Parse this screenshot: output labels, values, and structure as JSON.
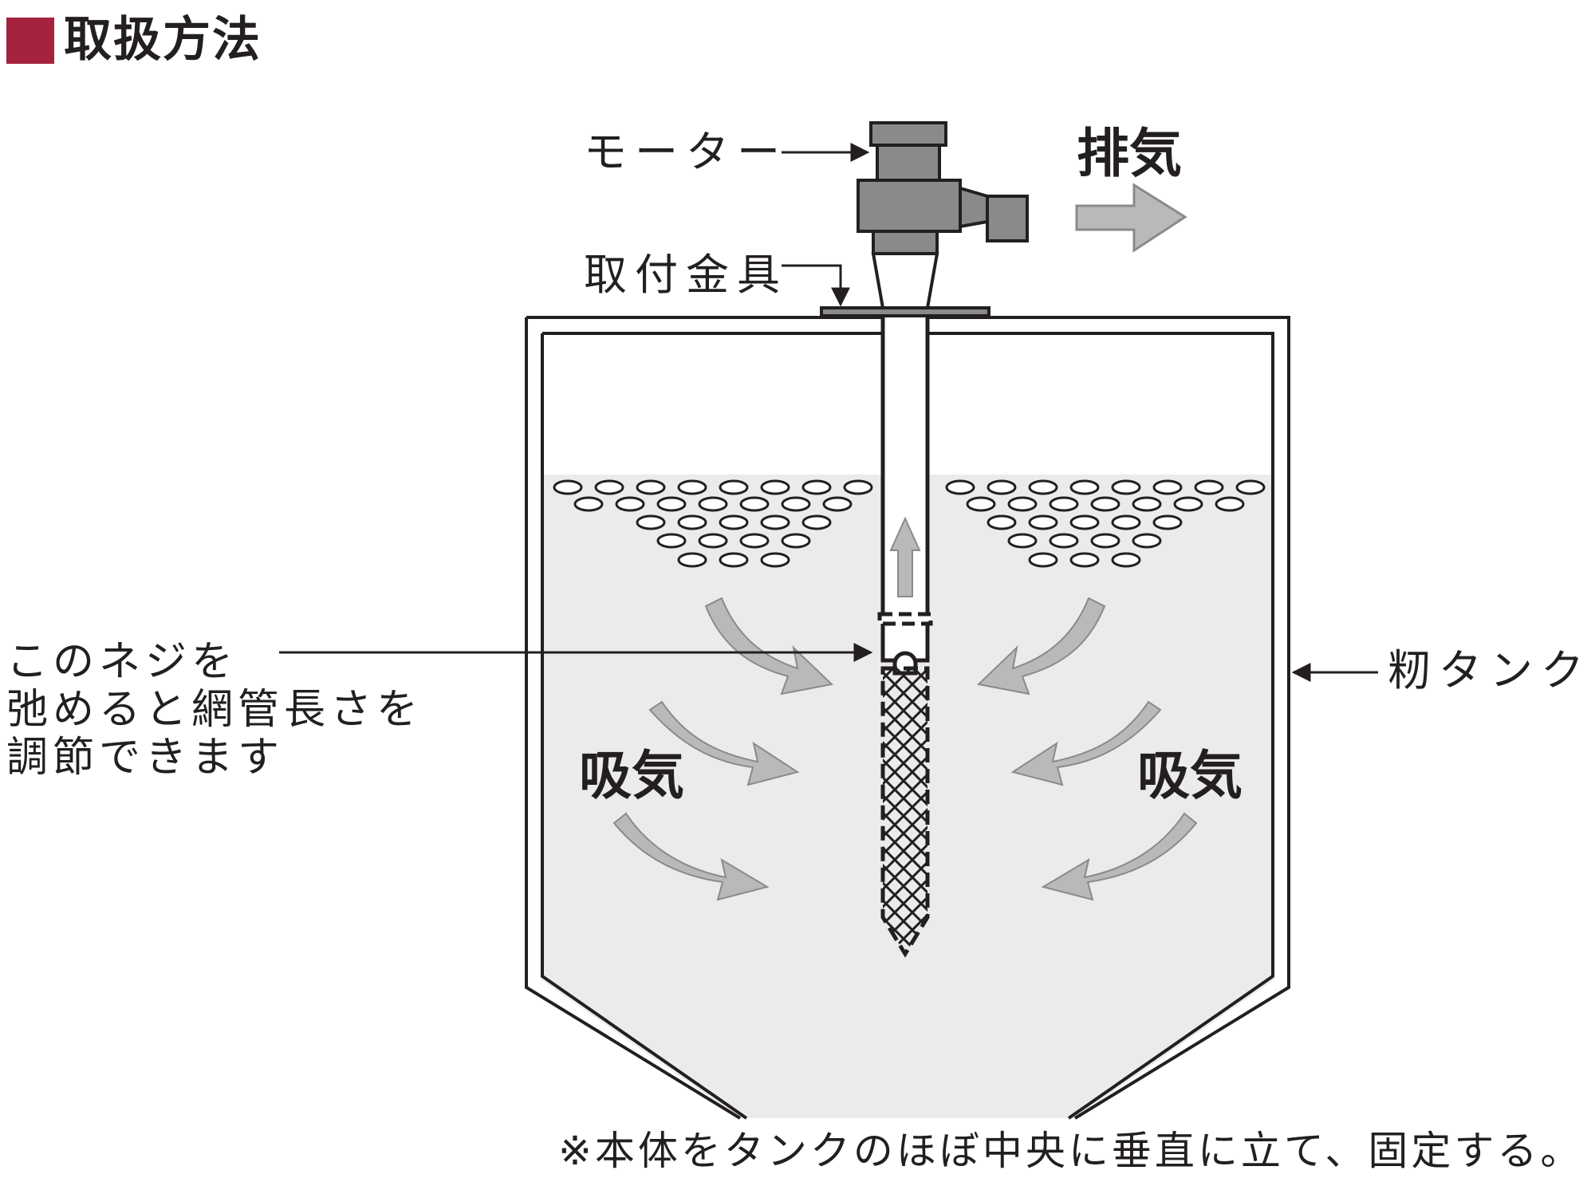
{
  "title": "取扱方法",
  "colors": {
    "title_marker": "#a3233d",
    "line": "#231f20",
    "fill_light": "#ebebeb",
    "part_gray": "#8a8a8a",
    "arrow_gray": "#b9b9b9"
  },
  "labels": {
    "motor": "モーター",
    "exhaust": "排気",
    "bracket": "取付金具",
    "intake_left": "吸気",
    "intake_right": "吸気",
    "tank": "籾タンク",
    "screw_note": [
      "このネジを",
      "弛めると網管長さを",
      "調節できます"
    ],
    "footnote": "※本体をタンクのほぼ中央に垂直に立て、固定する。"
  },
  "icons": [
    "title-square-icon",
    "exhaust-arrow-icon",
    "intake-arrow-icon",
    "up-arrow-icon"
  ]
}
